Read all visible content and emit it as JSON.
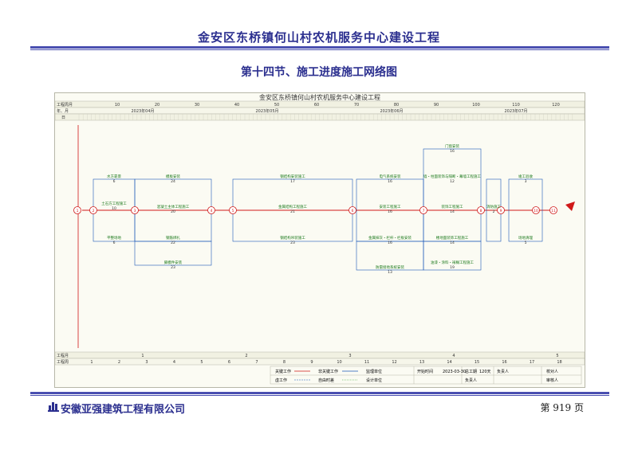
{
  "header": {
    "title": "金安区东桥镇何山村农机服务中心建设工程"
  },
  "section": {
    "title": "第十四节、施工进度施工网络图"
  },
  "network": {
    "title": "金安区东桥镇何山村农机服务中心建设工程",
    "row_labels": {
      "week": "工程周月",
      "month": "年、月",
      "day": "日"
    },
    "months": [
      "2023年04月",
      "2023年05月",
      "2023年06月",
      "2023年07月"
    ],
    "week_ticks": [
      "10",
      "20",
      "30",
      "40",
      "50",
      "60",
      "70",
      "80",
      "90",
      "100",
      "110",
      "120"
    ],
    "bottom_labels": {
      "month": "工程月",
      "week": "工程周"
    },
    "bottom_months": [
      "1",
      "2",
      "3",
      "4",
      "5"
    ],
    "bottom_weeks": [
      "1",
      "2",
      "3",
      "4",
      "5",
      "6",
      "7",
      "8",
      "9",
      "10",
      "11",
      "12",
      "13",
      "14",
      "15",
      "16",
      "17",
      "18"
    ],
    "nodes": [
      "1",
      "2",
      "3",
      "4",
      "5",
      "6",
      "7",
      "8",
      "9",
      "10",
      "11"
    ],
    "tasks": [
      {
        "label": "水方靠景",
        "num": "6"
      },
      {
        "label": "土石方工程施工",
        "num": "10"
      },
      {
        "label": "平整场地",
        "num": "6"
      },
      {
        "label": "模板安装",
        "num": "24"
      },
      {
        "label": "混凝土主体工程施工",
        "num": "20"
      },
      {
        "label": "钢筋绑扎",
        "num": "22"
      },
      {
        "label": "脚模件安装",
        "num": "23"
      },
      {
        "label": "钢结构安装施工",
        "num": "17"
      },
      {
        "label": "金属结构工程施工",
        "num": "21"
      },
      {
        "label": "钢结构吊装施工",
        "num": "23"
      },
      {
        "label": "电气系统安装",
        "num": "16"
      },
      {
        "label": "安装工程施工",
        "num": "16"
      },
      {
        "label": "金属抹灰・栏杆・栏板安装",
        "num": "16"
      },
      {
        "label": "防雷接地系统安装",
        "num": "13"
      },
      {
        "label": "门窗安装",
        "num": "16"
      },
      {
        "label": "墙・柱面装饰与隔断・幕墙工程施工",
        "num": "12"
      },
      {
        "label": "装饰工程施工",
        "num": "14"
      },
      {
        "label": "楼地面装饰工程施工",
        "num": "14"
      },
      {
        "label": "油漆・涂料・裱糊工程施工",
        "num": "19"
      },
      {
        "label": "消防施工",
        "num": "2"
      },
      {
        "label": "竣工验收",
        "num": "3"
      },
      {
        "label": "场地清理",
        "num": "5"
      }
    ],
    "legend": {
      "items": [
        "关键工作",
        "非关键工作",
        "监理单位",
        "虚工作",
        "自由时差",
        "设计单位"
      ],
      "plan_date_label": "开始时间",
      "plan_date": "2023-03-30",
      "duration_label": "总工期",
      "duration": "120天",
      "owner_label": "负责人",
      "owner2_label": "负责人",
      "check_label": "校对人",
      "review_label": "审核人"
    }
  },
  "footer": {
    "company": "安徽亚强建筑工程有限公司",
    "page": "第 919 页"
  },
  "colors": {
    "brand": "#2b2f8f",
    "critical": "#d01919",
    "noncritical": "#1b59b8",
    "grid": "#b7b7a8"
  }
}
